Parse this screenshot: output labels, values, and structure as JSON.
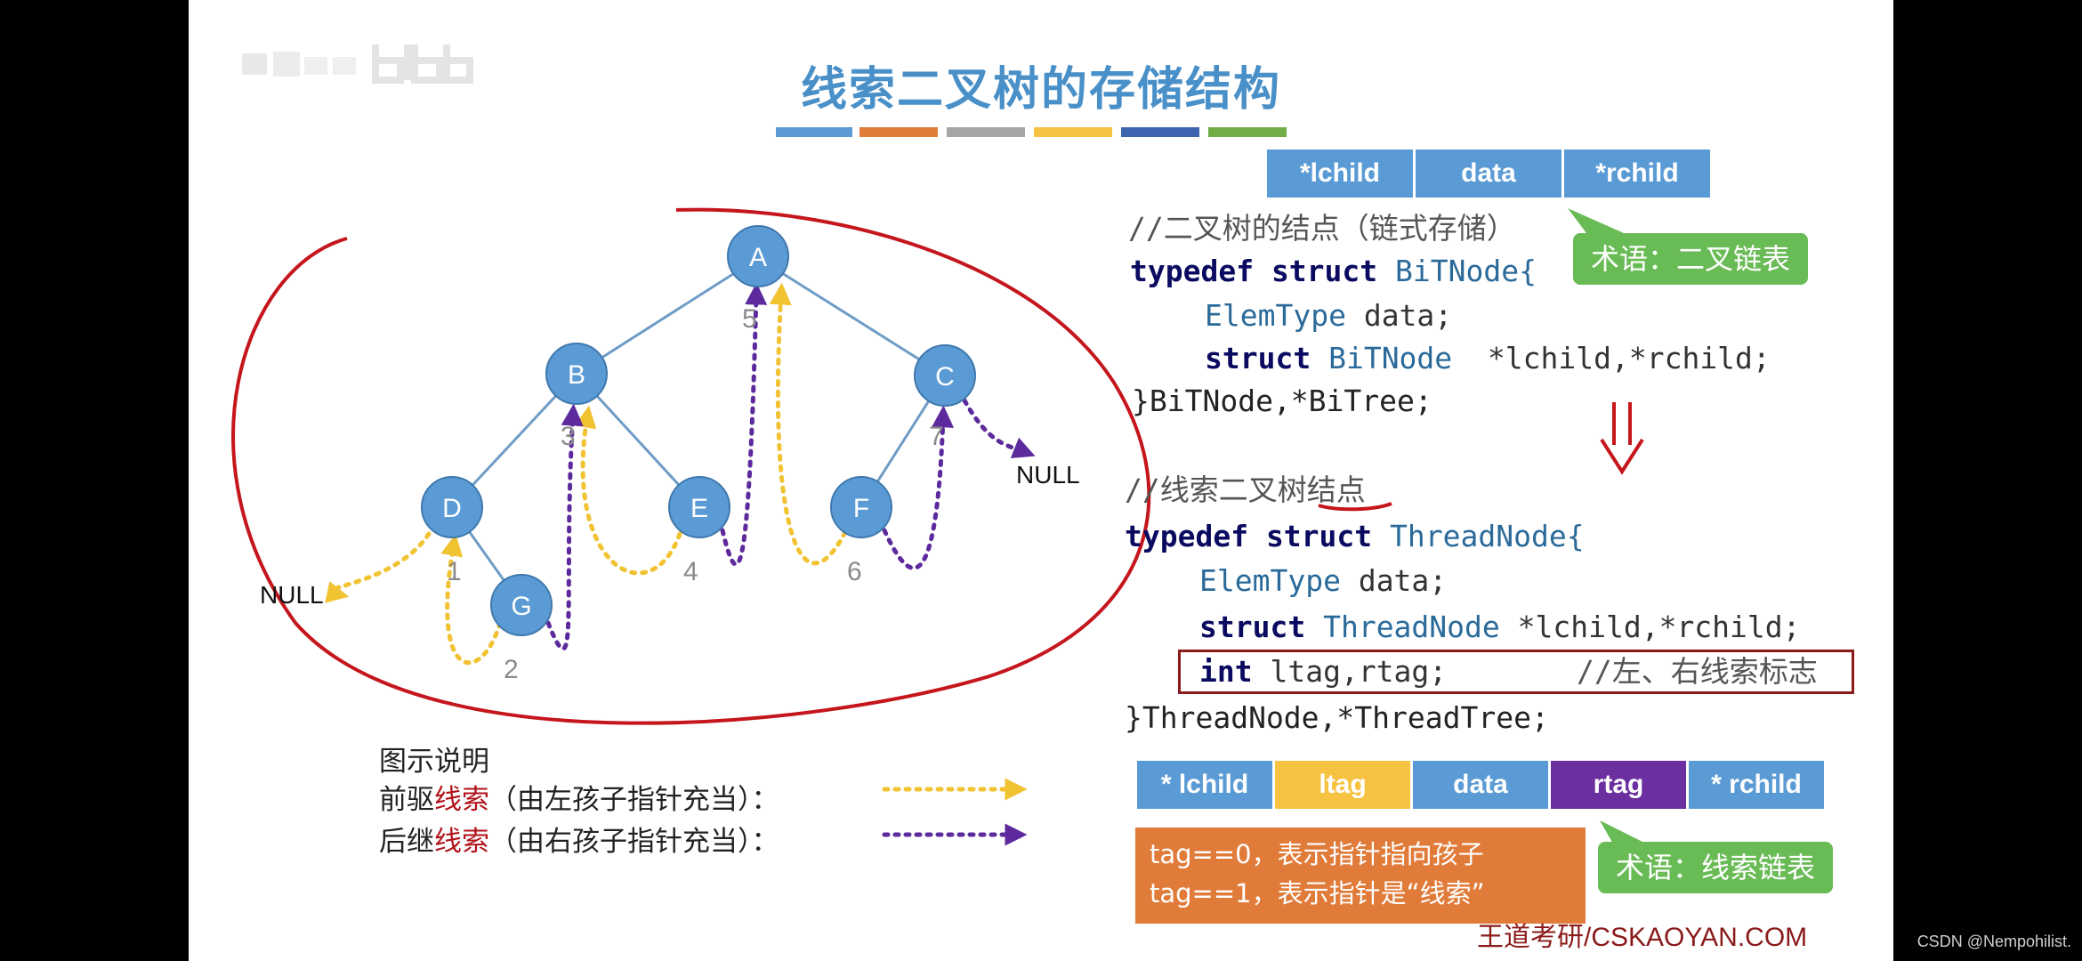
{
  "title": "线索二叉树的存储结构",
  "title_bar_colors": [
    "#5b9bd5",
    "#e07b39",
    "#a5a5a5",
    "#f5c242",
    "#3d65b0",
    "#70ad47"
  ],
  "tree": {
    "nodes": [
      "A",
      "B",
      "C",
      "D",
      "E",
      "F",
      "G"
    ],
    "order_numbers": [
      "1",
      "2",
      "3",
      "4",
      "5",
      "6",
      "7"
    ],
    "null_left": "NULL",
    "null_right": "NULL",
    "node_color": "#5b9bd5",
    "predecessor_color": "#f1c232",
    "successor_color": "#5c2a9d"
  },
  "legend": {
    "title": "图示说明",
    "pred_prefix": "前驱",
    "pred_red": "线索",
    "pred_suffix": "（由左孩子指针充当）：",
    "succ_prefix": "后继",
    "succ_red": "线索",
    "succ_suffix": "（由右孩子指针充当）："
  },
  "bitnode_fields": [
    "*lchild",
    "data",
    "*rchild"
  ],
  "code1": {
    "comment": "//二叉树的结点（链式存储）",
    "l1_kw": "typedef struct",
    "l1_name": " BiTNode{",
    "l2_type": "ElemType",
    "l2_rest": " data;",
    "l3_kw": "struct",
    "l3_type": " BiTNode",
    "l3_rest": "  *lchild,*rchild;",
    "l4": "}BiTNode,*BiTree;"
  },
  "callout1": "术语：二叉链表",
  "code2": {
    "comment": "//线索二叉树结点",
    "l1_kw": "typedef struct",
    "l1_name": " ThreadNode{",
    "l2_type": "ElemType",
    "l2_rest": " data;",
    "l3_kw": "struct",
    "l3_type": " ThreadNode",
    "l3_rest": " *lchild,*rchild;",
    "l4_kw": "int",
    "l4_rest": " ltag,rtag;",
    "l4_comment": "//左、右线索标志",
    "l5": "}ThreadNode,*ThreadTree;"
  },
  "threadnode_fields": [
    {
      "label": "* lchild",
      "color": "#5b9bd5"
    },
    {
      "label": "ltag",
      "color": "#f5c242"
    },
    {
      "label": "data",
      "color": "#5b9bd5"
    },
    {
      "label": "rtag",
      "color": "#6b2fa0"
    },
    {
      "label": "* rchild",
      "color": "#5b9bd5"
    }
  ],
  "tag_notes": [
    "tag==0，表示指针指向孩子",
    "tag==1，表示指针是“线索”"
  ],
  "callout2": "术语：线索链表",
  "footer": "王道考研/CSKAOYAN.COM",
  "watermark": "CSDN @Nempohilist."
}
